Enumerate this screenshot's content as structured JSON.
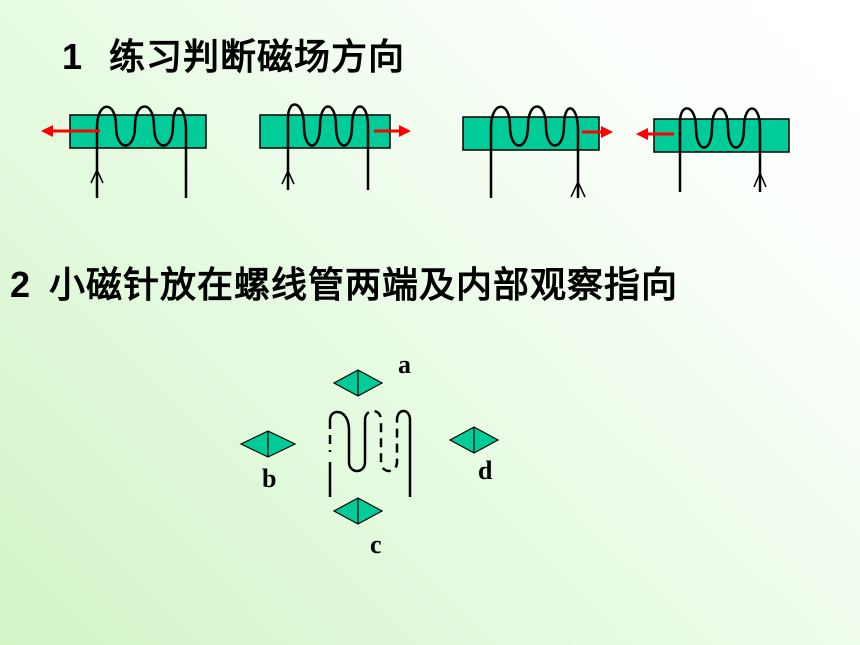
{
  "section1": {
    "number": "1",
    "title": "练习判断磁场方向"
  },
  "section2": {
    "number": "2",
    "title": "小磁针放在螺线管两端及内部观察指向"
  },
  "compass_labels": {
    "a": "a",
    "b": "b",
    "c": "c",
    "d": "d"
  },
  "colors": {
    "solenoid_fill": "#00cc99",
    "arrow": "#ff0000",
    "wire": "#000000",
    "background_light": "#ffffff",
    "background_green": "#d2f5c8"
  }
}
